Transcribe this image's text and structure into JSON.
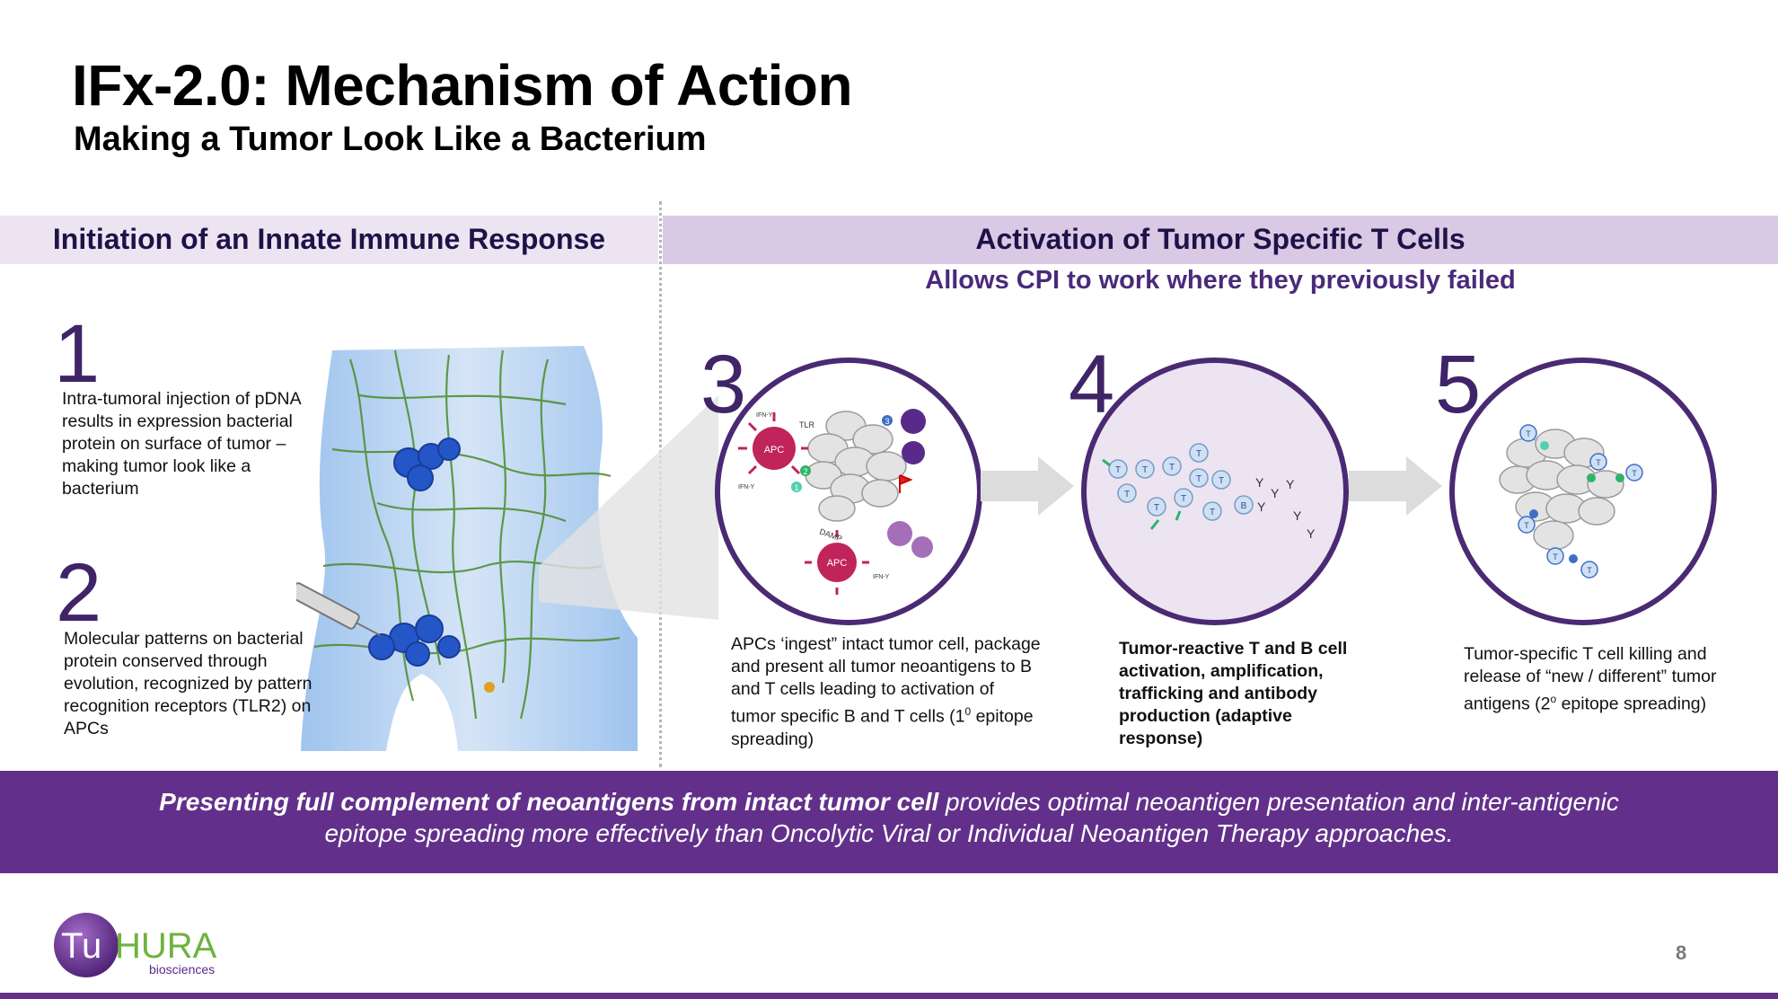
{
  "header": {
    "title": "IFx-2.0: Mechanism of Action",
    "subtitle": "Making a Tumor Look Like a Bacterium"
  },
  "sections": {
    "left_label": "Initiation of an Innate Immune Response",
    "right_label": "Activation of Tumor Specific T Cells",
    "right_tagline": "Allows CPI to work where they previously failed"
  },
  "steps": [
    {
      "number": "1",
      "text": "Intra-tumoral injection of pDNA results in expression bacterial protein on surface of tumor – making tumor look like a bacterium"
    },
    {
      "number": "2",
      "text": "Molecular patterns on bacterial protein conserved through evolution, recognized by pattern recognition receptors (TLR2) on APCs"
    },
    {
      "number": "3",
      "text_pre": "APCs ‘ingest” intact tumor cell, package and present all tumor neoantigens to B and T cells leading to activation of tumor specific B and T cells (1",
      "text_sup": "0",
      "text_post": " epitope spreading)"
    },
    {
      "number": "4",
      "text": "Tumor-reactive T and B cell activation, amplification, trafficking and antibody production (adaptive response)"
    },
    {
      "number": "5",
      "text_pre": "Tumor-specific T cell killing and release of “new / different” tumor antigens (2",
      "text_sup": "o",
      "text_post": " epitope spreading)"
    }
  ],
  "diagram_labels": {
    "apc": "APC",
    "tlr": "TLR",
    "damp": "DAMP",
    "ifn": "IFN-Y",
    "t_cell": "T",
    "b_cell": "B",
    "antibody": "Y",
    "n1": "1",
    "n2": "2",
    "n3": "3"
  },
  "footer": {
    "bold_part": "Presenting full complement of neoantigens from intact tumor cell",
    "normal_part": " provides optimal neoantigen presentation and inter-antigenic epitope spreading more effectively than Oncolytic Viral or Individual Neoantigen Therapy approaches."
  },
  "logo": {
    "tu": "Tu",
    "hura": "HURA",
    "biosciences": "biosciences"
  },
  "page_number": "8",
  "colors": {
    "brand_purple": "#62308a",
    "dark_navy": "#1d1348",
    "band_light": "#ece4f1",
    "band_mid": "#dac9e4",
    "logo_green": "#6db33f"
  }
}
